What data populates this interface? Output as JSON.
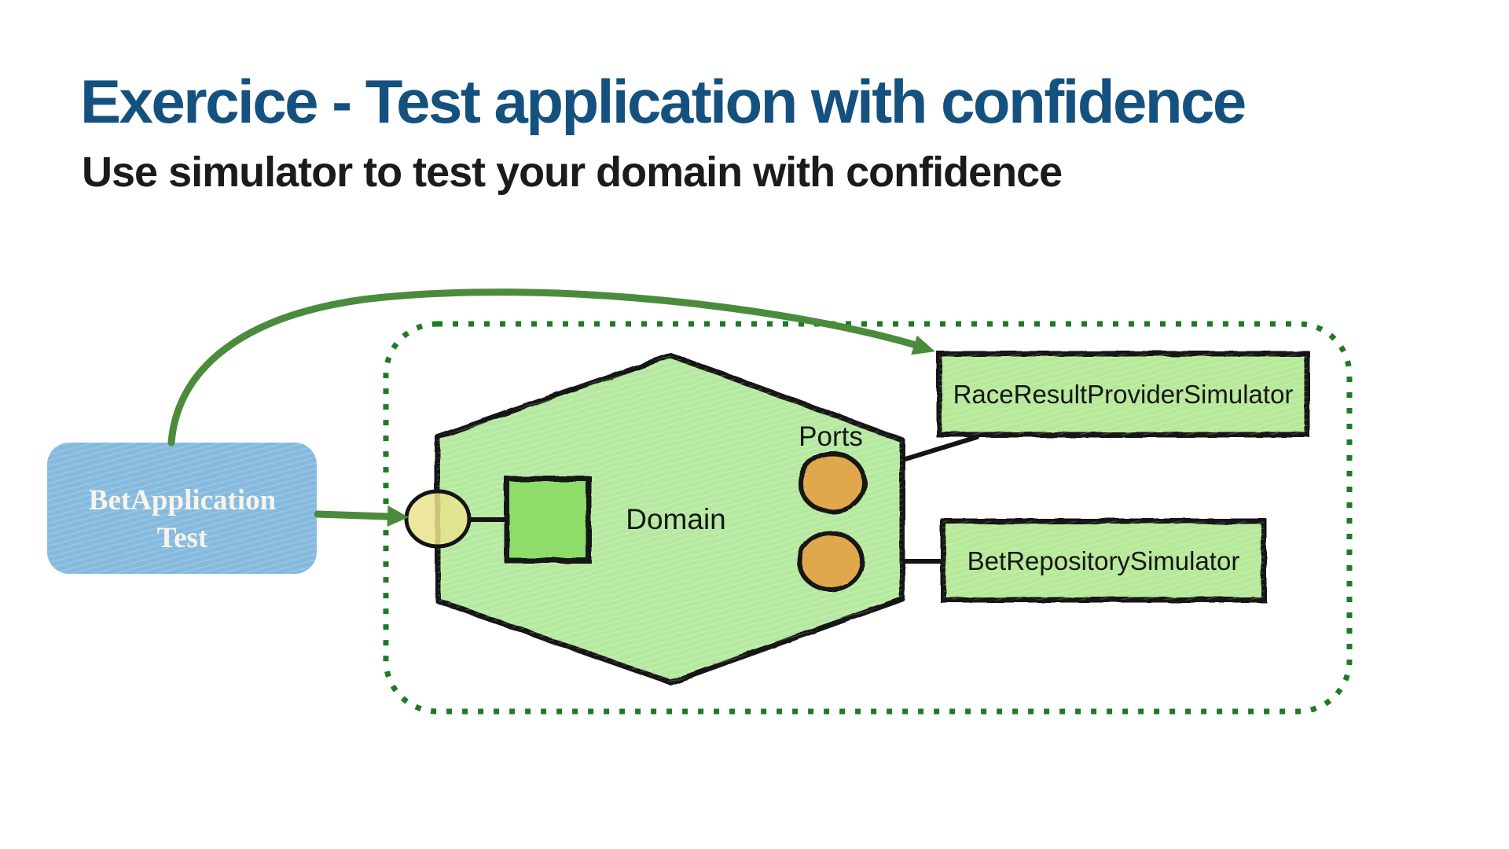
{
  "slide": {
    "title": "Exercice - Test application with confidence",
    "subtitle": "Use simulator to test your domain with confidence"
  },
  "diagram": {
    "test_box": {
      "line1": "BetApplication",
      "line2": "Test"
    },
    "domain_label": "Domain",
    "ports_label": "Ports",
    "simulators": [
      {
        "label": "RaceResultProviderSimulator"
      },
      {
        "label": "BetRepositorySimulator"
      }
    ]
  },
  "colors": {
    "title-color": "#15517e",
    "boundary-color": "#1e7b24",
    "arrow-color": "#4a8b3c",
    "hexagon-fill": "#b6e9a0",
    "simulator-fill": "#b6e998",
    "adapter-fill": "#8edc6b",
    "port-fill": "#e0a74e",
    "driver-port-fill": "#e9e38b",
    "test-box-fill": "#85bade",
    "test-box-text": "#f7f4ea",
    "outline-color": "#141414"
  }
}
